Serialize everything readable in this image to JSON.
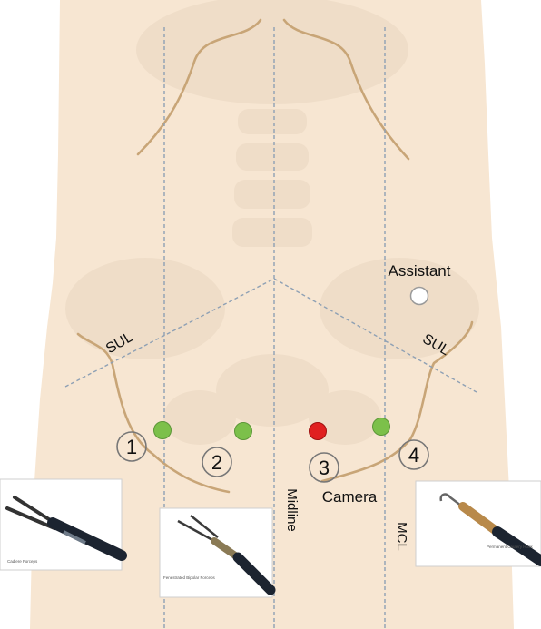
{
  "lines": {
    "sul_left": "SUL",
    "sul_right": "SUL",
    "midline": "Midline",
    "mcl": "MCL"
  },
  "ports": {
    "assistant": "Assistant",
    "camera": "Camera",
    "numbers": [
      "1",
      "2",
      "3",
      "4"
    ]
  },
  "instruments": [
    "Cadiere Forceps",
    "Fenestrated Bipolar Forceps",
    "Permanent Cautery Hook"
  ],
  "colors": {
    "skin": "#f7e6d2",
    "bone": "#ecdac4",
    "rib": "#c8a577",
    "guide_line": "#8ea0b4",
    "instrument_port": "#7cc04a",
    "camera_port": "#e02020",
    "assistant_port": "#ffffff"
  }
}
